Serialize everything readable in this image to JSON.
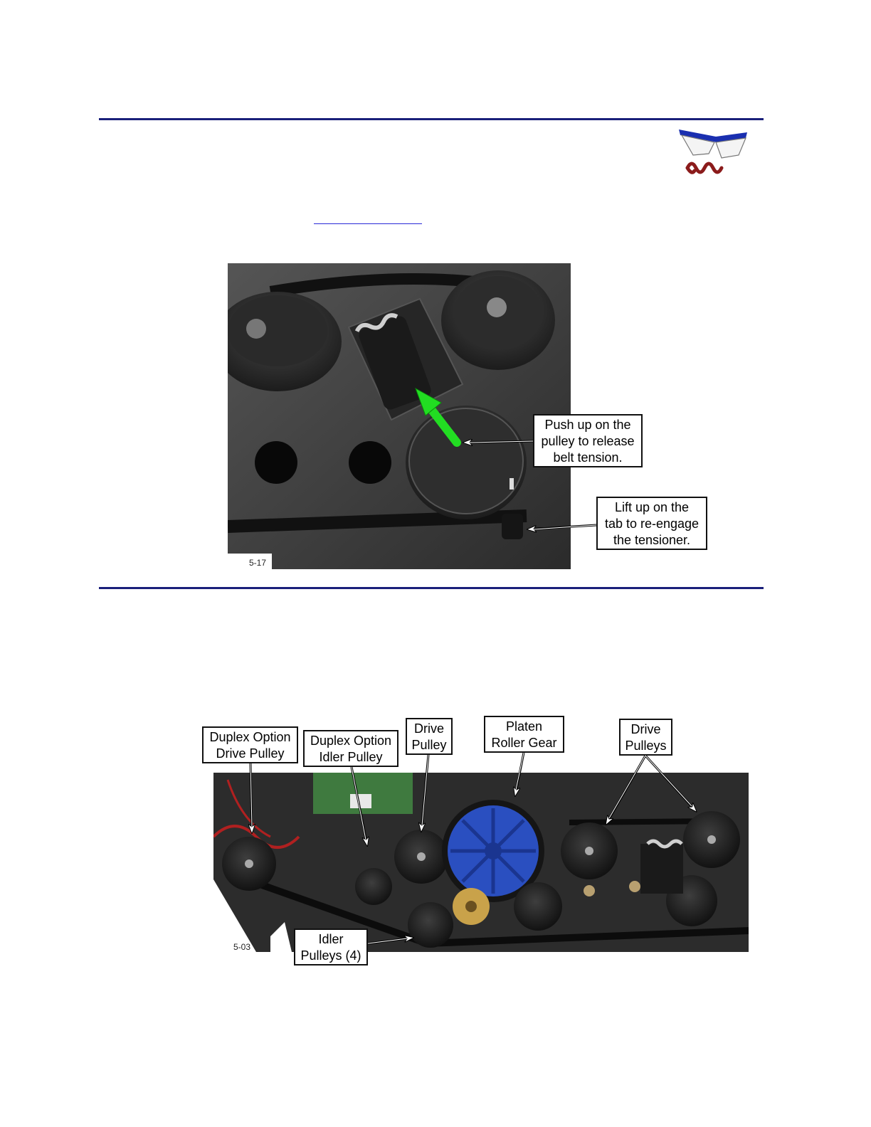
{
  "figures": [
    {
      "id": "figure-5-17",
      "label": "5-17",
      "callouts": [
        {
          "lines": [
            "Push up on the",
            "pulley to release",
            "belt tension."
          ]
        },
        {
          "lines": [
            "Lift up on the",
            "tab to re-engage",
            "the tensioner."
          ]
        }
      ]
    },
    {
      "id": "figure-5-03",
      "label": "5-03",
      "callouts": [
        {
          "lines": [
            "Duplex Option",
            "Drive Pulley"
          ]
        },
        {
          "lines": [
            "Duplex Option",
            "Idler Pulley"
          ]
        },
        {
          "lines": [
            "Drive",
            "Pulley"
          ]
        },
        {
          "lines": [
            "Platen",
            "Roller Gear"
          ]
        },
        {
          "lines": [
            "Drive",
            "Pulleys"
          ]
        },
        {
          "lines": [
            "Idler",
            "Pulleys (4)"
          ]
        }
      ]
    }
  ],
  "icons": {
    "safety_glasses": "safety-glasses-icon"
  },
  "colors": {
    "rule": "#1a1f7a",
    "arrow_green": "#22dd22",
    "gear_blue": "#2a4fc0",
    "gear_brass": "#c9a24a"
  }
}
